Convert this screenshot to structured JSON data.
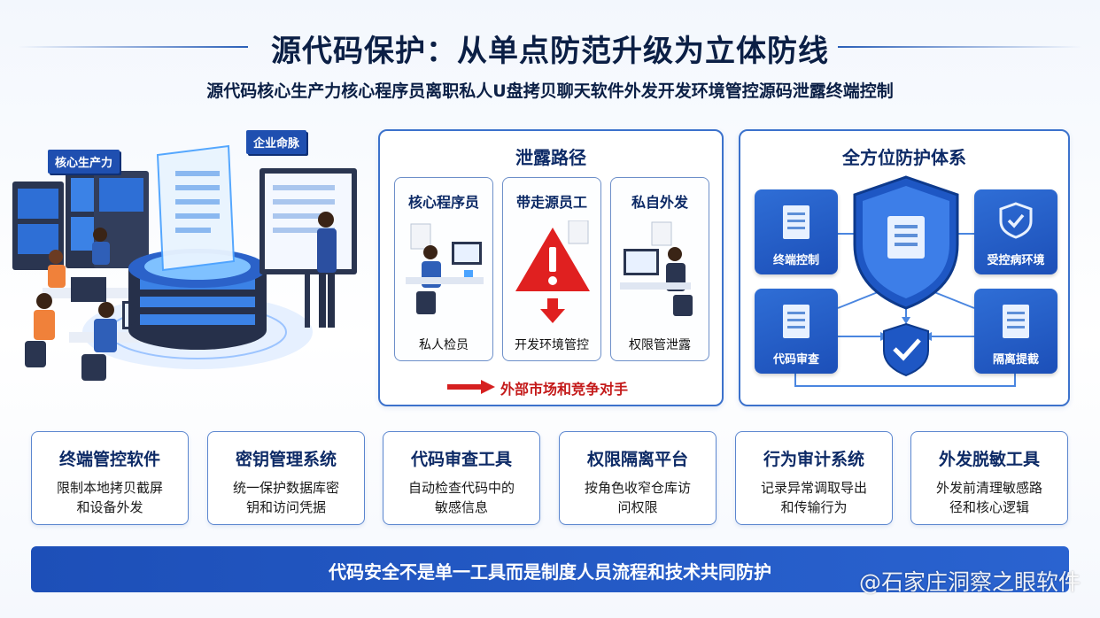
{
  "header": {
    "title": "源代码保护：从单点防范升级为立体防线",
    "subtitle": "源代码核心生产力核心程序员离职私人U盘拷贝聊天软件外发开发环境管控源码泄露终端控制"
  },
  "illustration": {
    "tag_left": "核心生产力",
    "tag_right": "企业命脉"
  },
  "leak_panel": {
    "title": "泄露路径",
    "cards": [
      {
        "head": "核心程序员",
        "foot": "私人检员"
      },
      {
        "head": "带走源员工",
        "foot": "开发环境管控"
      },
      {
        "head": "私自外发",
        "foot": "权限管泄露"
      }
    ],
    "route_label": "外部市场和竞争对手"
  },
  "defense_panel": {
    "title": "全方位防护体系",
    "boxes": [
      "终端控制",
      "受控病环境",
      "代码审查",
      "隔离提截"
    ]
  },
  "tools": [
    {
      "name": "终端管控软件",
      "desc": "限制本地拷贝截屏和设备外发"
    },
    {
      "name": "密钥管理系统",
      "desc": "统一保护数据库密钥和访问凭据"
    },
    {
      "name": "代码审查工具",
      "desc": "自动检查代码中的敏感信息"
    },
    {
      "name": "权限隔离平台",
      "desc": "按角色收窄仓库访问权限"
    },
    {
      "name": "行为审计系统",
      "desc": "记录异常调取导出和传输行为"
    },
    {
      "name": "外发脱敏工具",
      "desc": "外发前清理敏感路径和核心逻辑"
    }
  ],
  "banner": {
    "text": "代码安全不是单一工具而是制度人员流程和技术共同防护"
  },
  "watermark": {
    "text": "@石家庄洞察之眼软件"
  },
  "colors": {
    "primary_blue": "#1f4fb0",
    "panel_border": "#3c72cc",
    "alert_red": "#e02020",
    "route_red": "#c41a1a"
  }
}
